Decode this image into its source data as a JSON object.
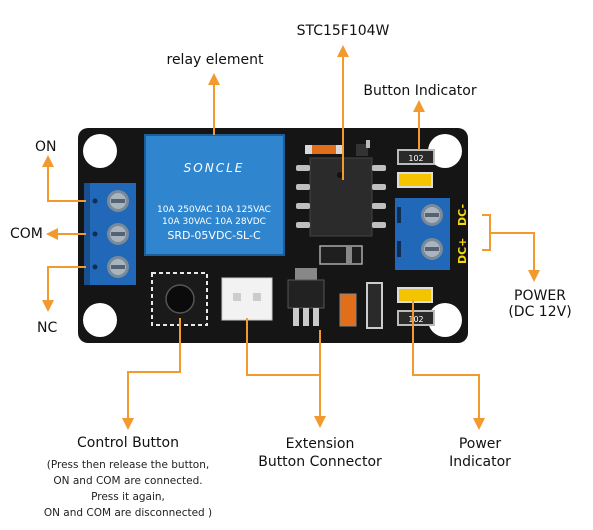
{
  "labels": {
    "stc": "STC15F104W",
    "relay": "relay element",
    "button_indicator": "Button Indicator",
    "on": "ON",
    "com": "COM",
    "nc": "NC",
    "power_title": "POWER",
    "power_sub": "(DC 12V)",
    "control_button": "Control Button",
    "control_desc": [
      "(Press then release the button,",
      "ON and COM are connected.",
      "Press it again,",
      "ON and COM are disconnected )"
    ],
    "extension_line1": "Extension",
    "extension_line2": "Button Connector",
    "power_ind_line1": "Power",
    "power_ind_line2": "Indicator"
  },
  "relay_text": {
    "brand": "SONCLE",
    "spec1": "10A 250VAC 10A 125VAC",
    "spec2": "10A 30VAC  10A  28VDC",
    "model": "SRD-05VDC-SL-C"
  },
  "board_text": {
    "resistor_top": "102",
    "resistor_bottom": "102",
    "dc_plus": "DC+",
    "dc_minus": "DC-"
  },
  "colors": {
    "arrow": "#f29a2e",
    "board": "#141414",
    "relay": "#2f86cf",
    "terminal": "#2168b8",
    "dc_text": "#f5d90a"
  }
}
